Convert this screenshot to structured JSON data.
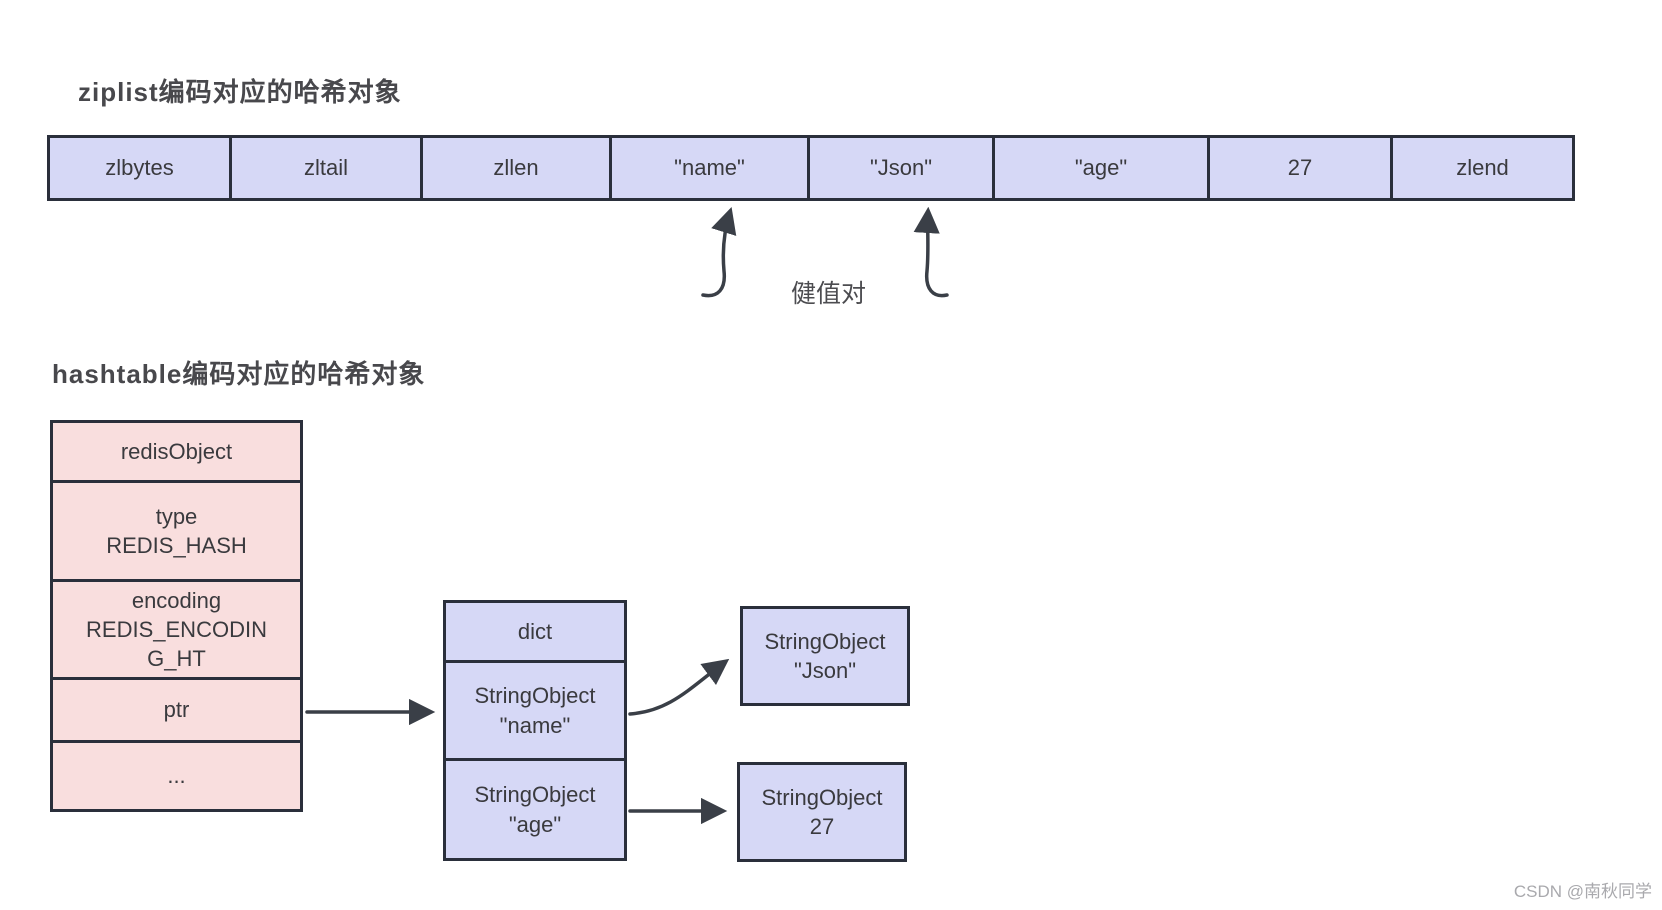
{
  "colors": {
    "background": "#ffffff",
    "purple_fill": "#d6d8f6",
    "pink_fill": "#f9dede",
    "border": "#2a2f3b",
    "arrow": "#3a3f47",
    "box_text": "#3a3a3e",
    "title_text": "#48484c",
    "watermark_text": "#a9a9ad"
  },
  "ziplist_section": {
    "title": "ziplist编码对应的哈希对象",
    "cells": [
      {
        "label": "zlbytes"
      },
      {
        "label": "zltail"
      },
      {
        "label": "zllen"
      },
      {
        "label": "\"name\""
      },
      {
        "label": "\"Json\""
      },
      {
        "label": "\"age\""
      },
      {
        "label": "27"
      },
      {
        "label": "zlend"
      }
    ],
    "annotation": "健值对"
  },
  "hashtable_section": {
    "title": "hashtable编码对应的哈希对象",
    "redis_object_stack": {
      "cells": [
        {
          "label": "redisObject"
        },
        {
          "label": "type\nREDIS_HASH"
        },
        {
          "label": "encoding\nREDIS_ENCODIN\nG_HT"
        },
        {
          "label": "ptr"
        },
        {
          "label": "..."
        }
      ]
    },
    "dict_stack": {
      "cells": [
        {
          "label": "dict"
        },
        {
          "label": "StringObject\n\"name\""
        },
        {
          "label": "StringObject\n\"age\""
        }
      ]
    },
    "value_boxes": [
      {
        "label": "StringObject\n\"Json\""
      },
      {
        "label": "StringObject\n27"
      }
    ]
  },
  "watermark": "CSDN @南秋同学"
}
